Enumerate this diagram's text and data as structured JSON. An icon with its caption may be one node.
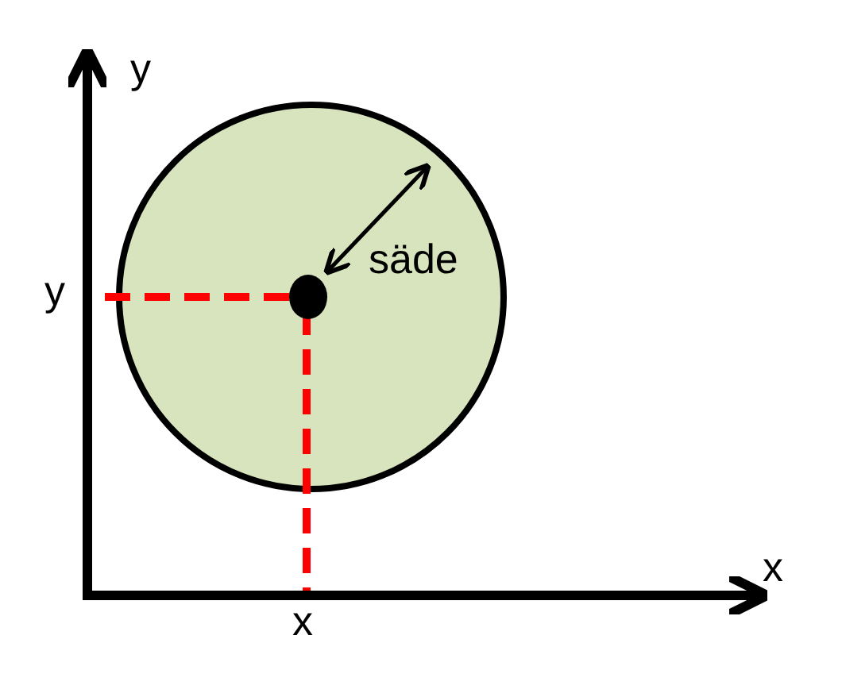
{
  "diagram": {
    "nodes": [
      {
        "text": [],
        "shape": "circle"
      }
    ],
    "labels": [
      "y",
      "säde",
      "y",
      "x",
      "x"
    ]
  }
}
